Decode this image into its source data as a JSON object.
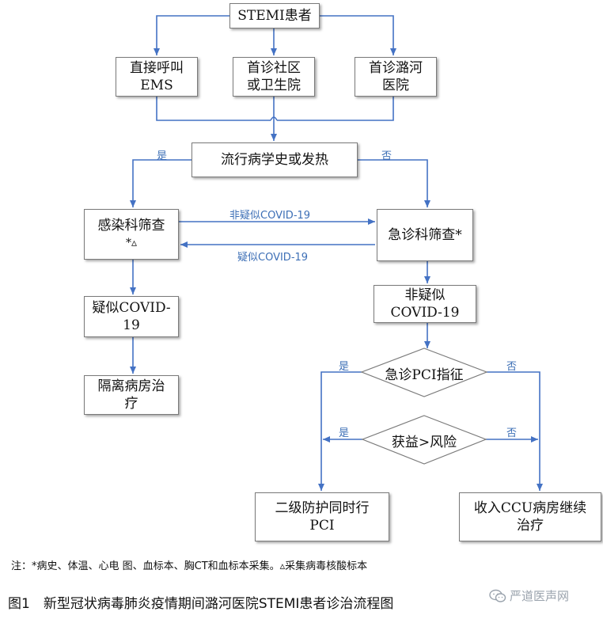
{
  "nodes": {
    "stemi": "STEMI患者",
    "ems_line1": "直接呼叫",
    "ems_line2": "EMS",
    "community_line1": "首诊社区",
    "community_line2": "或卫生院",
    "luhe_line1": "首诊潞河",
    "luhe_line2": "医院",
    "epi": "流行病学史或发热",
    "infect_line1": "感染科筛查",
    "infect_line2": "*▵",
    "er_screen": "急诊科筛查*",
    "suspect_line1": "疑似COVID-",
    "suspect_line2": "19",
    "isolate_line1": "隔离病房治",
    "isolate_line2": "疗",
    "nonsuspect_line1": "非疑似",
    "nonsuspect_line2": "COVID-19",
    "pci_indication": "急诊PCI指征",
    "benefit_risk": "获益>风险",
    "secondary_line1": "二级防护同时行",
    "secondary_line2": "PCI",
    "ccu_line1": "收入CCU病房继续",
    "ccu_line2": "治疗"
  },
  "labels": {
    "yes_epi": "是",
    "no_epi": "否",
    "nonsuspect_arrow": "非疑似COVID-19",
    "suspect_arrow": "疑似COVID-19",
    "yes_pci": "是",
    "no_pci": "否",
    "yes_benefit": "是",
    "no_benefit": "否"
  },
  "footer": {
    "note": "注：*病史、体温、心电 图、血标本、胸CT和血标本采集。▵采集病毒核酸标本",
    "caption": "图1　新型冠状病毒肺炎疫情期间潞河医院STEMI患者诊治流程图",
    "watermark": "严道医声网"
  },
  "colors": {
    "arrow": "#4472c4",
    "label": "#3d6fb6",
    "border": "#7a7a7a"
  }
}
